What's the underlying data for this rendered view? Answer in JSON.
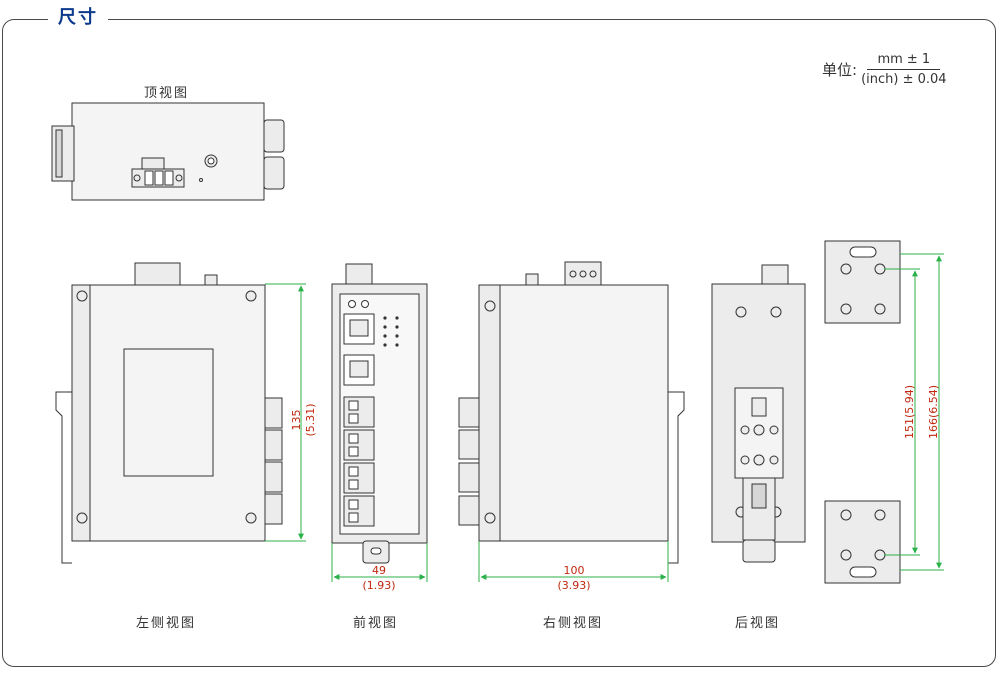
{
  "section_title": "尺寸",
  "unit": {
    "label": "单位",
    "numerator": "mm ± 1",
    "denominator": "(inch) ± 0.04"
  },
  "views": {
    "top": "顶视图",
    "left_side": "左侧视图",
    "front": "前视图",
    "right_side": "右侧视图",
    "rear": "后视图"
  },
  "dimensions": {
    "height_mm": "135",
    "height_in": "(5.31)",
    "front_width_mm": "49",
    "front_width_in": "(1.93)",
    "depth_mm": "100",
    "depth_in": "(3.93)",
    "mount_hole_pitch": "151(5.94)",
    "mount_plate_height": "166(6.54)"
  },
  "colors": {
    "title": "#0b3a8c",
    "dimension_line": "#2bb14a",
    "dimension_text": "#c0280f",
    "drawing_line": "#333333",
    "device_fill": "#ececec"
  }
}
